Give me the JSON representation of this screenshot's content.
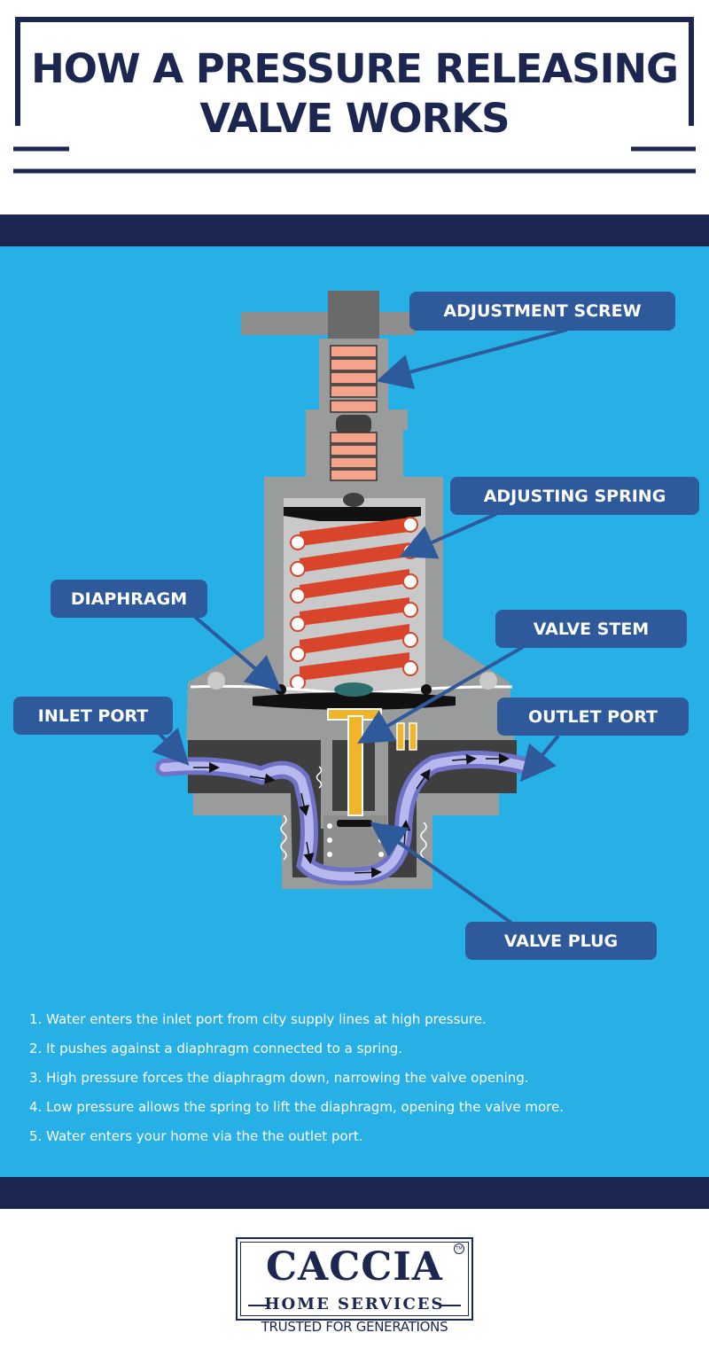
{
  "header": {
    "title_line1": "HOW A PRESSURE RELEASING",
    "title_line2": "VALVE WORKS"
  },
  "labels": {
    "adjustment_screw": "ADJUSTMENT SCREW",
    "adjusting_spring": "ADJUSTING SPRING",
    "diaphragm": "DIAPHRAGM",
    "valve_stem": "VALVE STEM",
    "inlet_port": "INLET PORT",
    "outlet_port": "OUTLET PORT",
    "valve_plug": "VALVE PLUG"
  },
  "steps": [
    "1. Water enters the inlet port from city supply lines at high pressure.",
    "2. It pushes against a diaphragm connected to a spring.",
    "3. High pressure forces the diaphragm down, narrowing the valve opening.",
    "4. Low pressure allows the spring to lift the diaphragm, opening the valve more.",
    "5. Water enters your home via the the outlet port."
  ],
  "footer": {
    "logo_name": "CACCIA",
    "logo_sub": "HOME SERVICES",
    "logo_tm": "TM",
    "tagline": "TRUSTED FOR GENERATIONS"
  },
  "colors": {
    "navy": "#1b2651",
    "sky_blue": "#27b0e6",
    "label_blue": "#2e5a9c",
    "valve_gray": "#9a9b9b",
    "dark_gray": "#3f3f3f",
    "spring_red": "#d9452a",
    "screw_salmon": "#f4a48a",
    "stem_gold": "#f0b529",
    "water_purple": "#8d8fd6"
  }
}
